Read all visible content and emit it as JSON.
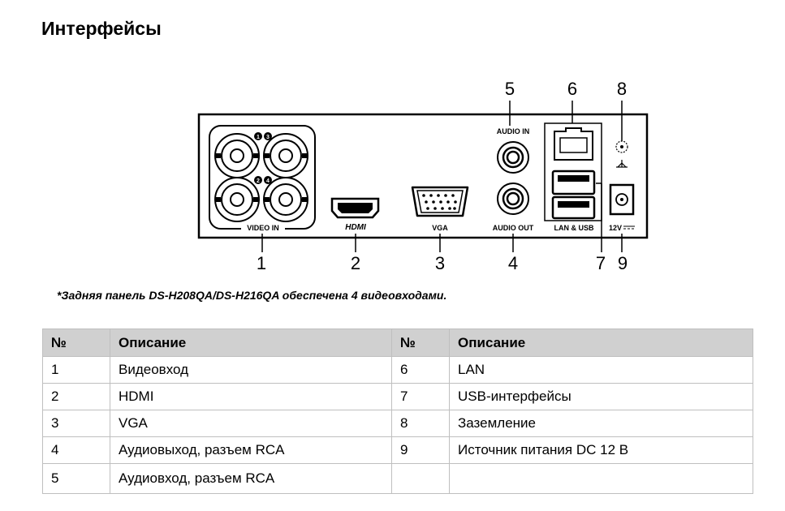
{
  "title": "Интерфейсы",
  "note": "*Задняя панель DS-H208QA/DS-H216QA обеспечена 4 видеовходами.",
  "diagram": {
    "video_in_label": "VIDEO IN",
    "bnc_top_labels": [
      "1",
      "3"
    ],
    "bnc_bottom_labels": [
      "2",
      "4"
    ],
    "hdmi_label": "HDMI",
    "vga_label": "VGA",
    "audio_in_label": "AUDIO IN",
    "audio_out_label": "AUDIO OUT",
    "lan_usb_label": "LAN & USB",
    "power_label": "12V",
    "callouts": [
      "1",
      "2",
      "3",
      "4",
      "5",
      "6",
      "7",
      "8",
      "9"
    ]
  },
  "table": {
    "headers": [
      "№",
      "Описание",
      "№",
      "Описание"
    ],
    "rows": [
      [
        "1",
        "Видеовход",
        "6",
        "LAN"
      ],
      [
        "2",
        "HDMI",
        "7",
        "USB-интерфейсы"
      ],
      [
        "3",
        "VGA",
        "8",
        "Заземление"
      ],
      [
        "4",
        "Аудиовыход, разъем RCA",
        "9",
        "Источник питания DC 12 В"
      ],
      [
        "5",
        "Аудиовход, разъем RCA",
        "",
        ""
      ]
    ]
  }
}
